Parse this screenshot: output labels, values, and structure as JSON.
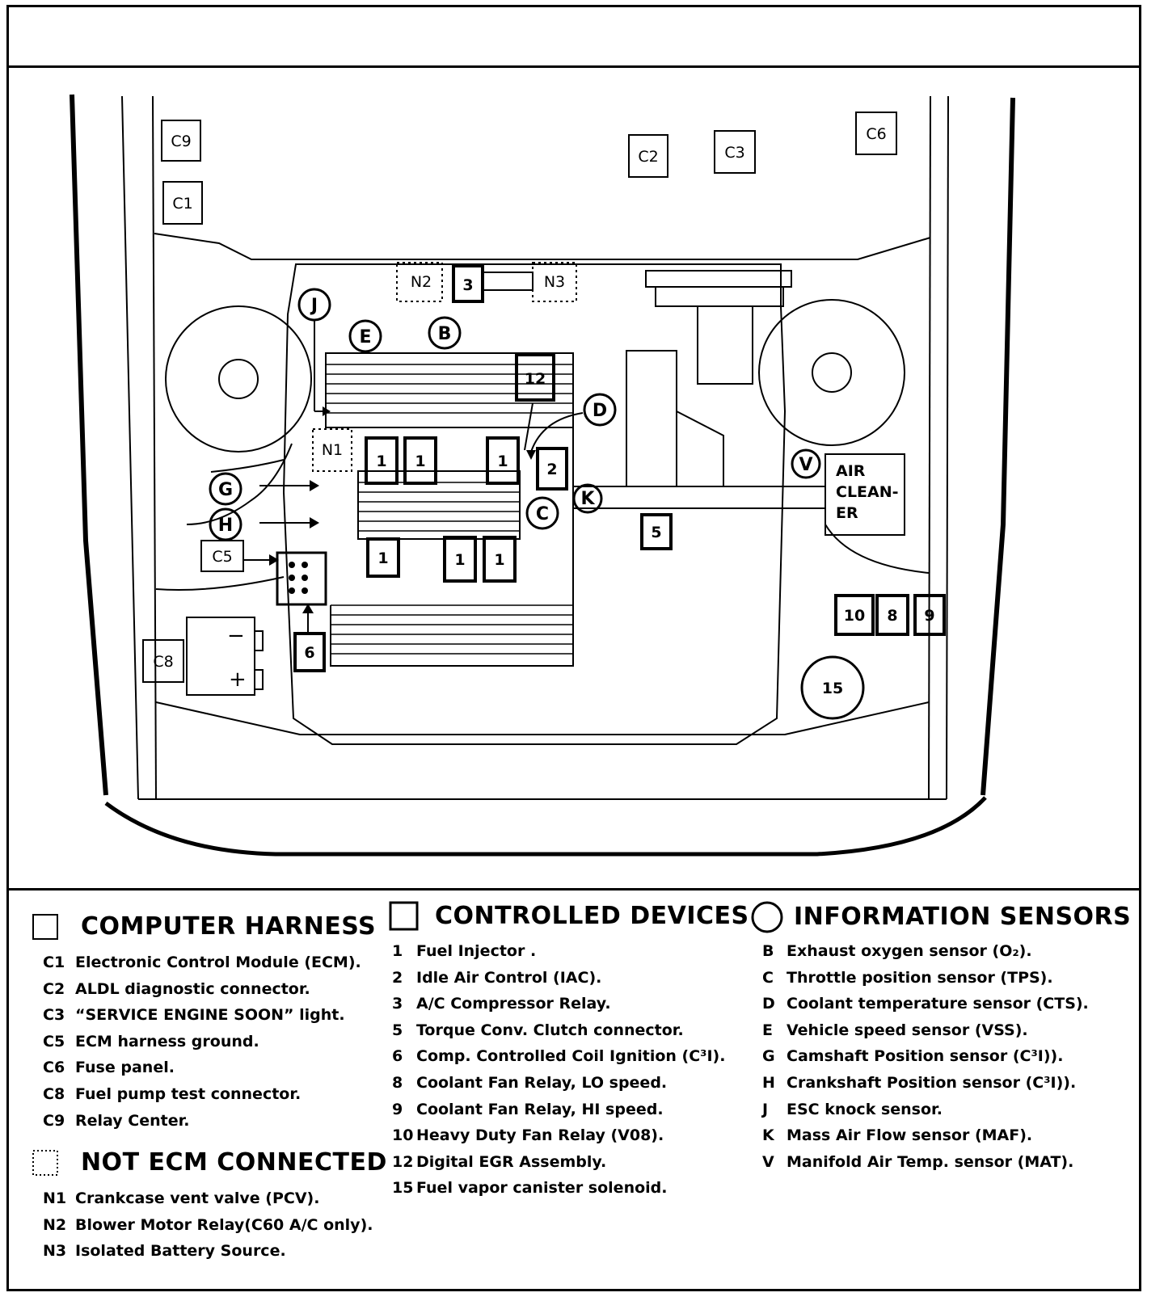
{
  "diagram": {
    "harness_labels": [
      "C9",
      "C1",
      "C2",
      "C3",
      "C6",
      "C5",
      "C8"
    ],
    "device_labels": [
      "3",
      "12",
      "1",
      "2",
      "5",
      "6",
      "10",
      "8",
      "9",
      "15"
    ],
    "not_ecm_labels": [
      "N1",
      "N2",
      "N3"
    ],
    "sensor_labels": [
      "J",
      "E",
      "B",
      "D",
      "C",
      "K",
      "G",
      "H",
      "V"
    ],
    "air_cleaner": [
      "AIR",
      "CLEAN-",
      "ER"
    ]
  },
  "legend": {
    "computer_harness": {
      "title": "COMPUTER HARNESS",
      "items": [
        {
          "code": "C1",
          "text": "Electronic Control Module (ECM)."
        },
        {
          "code": "C2",
          "text": "ALDL diagnostic connector."
        },
        {
          "code": "C3",
          "text": "“SERVICE ENGINE SOON” light."
        },
        {
          "code": "C5",
          "text": "ECM harness ground."
        },
        {
          "code": "C6",
          "text": "Fuse panel."
        },
        {
          "code": "C8",
          "text": "Fuel pump test connector."
        },
        {
          "code": "C9",
          "text": "Relay Center."
        }
      ]
    },
    "not_ecm": {
      "title": "NOT ECM CONNECTED",
      "items": [
        {
          "code": "N1",
          "text": "Crankcase vent valve (PCV)."
        },
        {
          "code": "N2",
          "text": "Blower Motor Relay(C60 A/C only)."
        },
        {
          "code": "N3",
          "text": "Isolated Battery Source."
        }
      ]
    },
    "controlled_devices": {
      "title": "CONTROLLED DEVICES",
      "items": [
        {
          "code": "1",
          "text": "Fuel Injector ."
        },
        {
          "code": "2",
          "text": "Idle Air Control  (IAC)."
        },
        {
          "code": "3",
          "text": "A/C Compressor Relay."
        },
        {
          "code": "5",
          "text": "Torque Conv. Clutch connector."
        },
        {
          "code": "6",
          "text": "Comp. Controlled Coil Ignition (C³I)."
        },
        {
          "code": "8",
          "text": "Coolant Fan Relay, LO speed."
        },
        {
          "code": "9",
          "text": "Coolant Fan Relay, HI speed."
        },
        {
          "code": "10",
          "text": "Heavy Duty Fan Relay (V08)."
        },
        {
          "code": "12",
          "text": "Digital EGR Assembly."
        },
        {
          "code": "15",
          "text": "Fuel vapor canister solenoid."
        }
      ]
    },
    "information_sensors": {
      "title": "INFORMATION SENSORS",
      "items": [
        {
          "code": "B",
          "text": "Exhaust oxygen sensor (O₂)."
        },
        {
          "code": "C",
          "text": "Throttle position sensor (TPS)."
        },
        {
          "code": "D",
          "text": "Coolant temperature sensor (CTS)."
        },
        {
          "code": "E",
          "text": "Vehicle  speed sensor (VSS)."
        },
        {
          "code": "G",
          "text": "Camshaft Position sensor (C³I))."
        },
        {
          "code": "H",
          "text": "Crankshaft Position sensor (C³I))."
        },
        {
          "code": "J",
          "text": "ESC knock sensor."
        },
        {
          "code": "K",
          "text": "Mass Air Flow sensor (MAF)."
        },
        {
          "code": "V",
          "text": "Manifold  Air Temp. sensor  (MAT)."
        }
      ]
    }
  }
}
